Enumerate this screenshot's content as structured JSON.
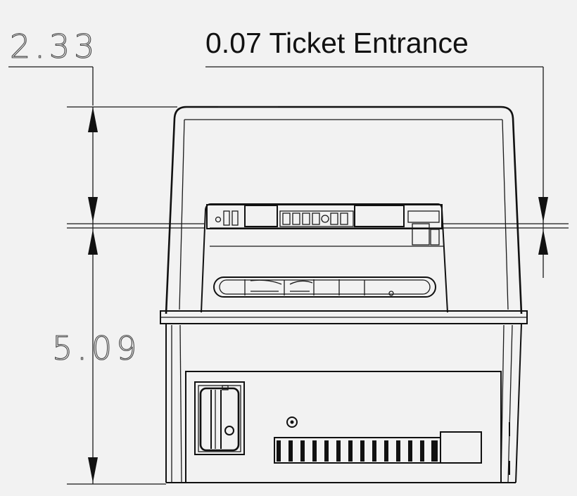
{
  "dimensions": {
    "top_section": "2.33",
    "bottom_section": "5.09",
    "ticket_entrance": "0.07 Ticket Entrance"
  }
}
